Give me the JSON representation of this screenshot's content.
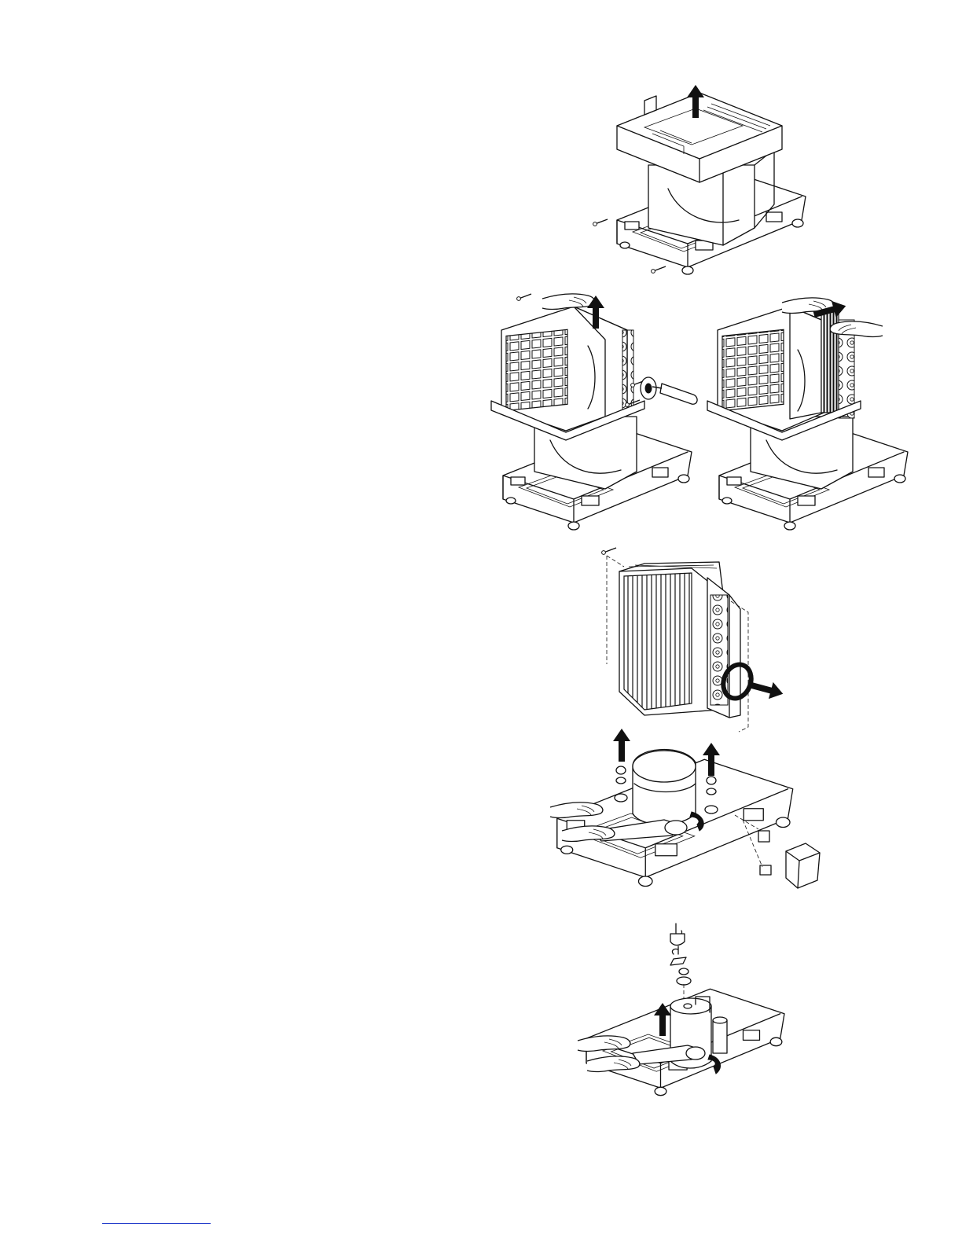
{
  "page": {
    "title": ""
  },
  "figures": [
    {
      "name": "cabinet-top-removal",
      "icon": "up-arrow"
    },
    {
      "name": "evaporator-cover-removal",
      "icon": "up-arrow"
    },
    {
      "name": "evaporator-slide-out",
      "icon": "right-arrow"
    },
    {
      "name": "condenser-coil-removal",
      "icon": "right-arrow"
    },
    {
      "name": "compressor-removal",
      "icon": "up-arrow"
    },
    {
      "name": "rotary-compressor-removal",
      "icon": "up-arrow"
    }
  ],
  "colors": {
    "ink": "#111111",
    "footer_rule": "#1a34c8",
    "background": "#ffffff"
  }
}
